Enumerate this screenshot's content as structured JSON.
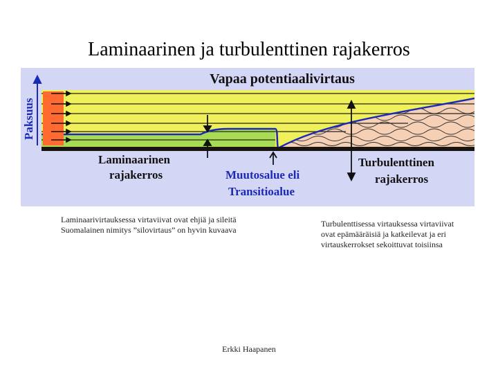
{
  "title": "Laminaarinen ja turbulenttinen rajakerros",
  "figure": {
    "axis_label": "Paksuus",
    "top_label": "Vapaa potentiaalivirtaus",
    "laminar_label": [
      "Laminaarinen",
      "rajakerros"
    ],
    "transition_label": [
      "Muutosalue eli",
      "Transitioalue"
    ],
    "turbulent_label": [
      "Turbulenttinen",
      "rajakerros"
    ],
    "colors": {
      "background": "#d4d6f5",
      "free_stream": "#f0f05a",
      "laminar": "#a8dc52",
      "turbulent": "#f6d0b4",
      "wall": "#1a1410",
      "thickness_bar": "#ff6a30",
      "label_blue": "#1a2ab4"
    }
  },
  "captions": {
    "laminar": [
      "Laminaarivirtauksessa virtaviivat ovat ehjiä ja sileitä",
      "Suomalainen nimitys ”silovirtaus” on hyvin kuvaava"
    ],
    "turbulent": [
      "Turbulenttisessa virtauksessa virtaviivat",
      "ovat epämääräisiä ja katkeilevat ja eri",
      "virtauskerrokset sekoittuvat toisiinsa"
    ]
  },
  "author": "Erkki Haapanen"
}
